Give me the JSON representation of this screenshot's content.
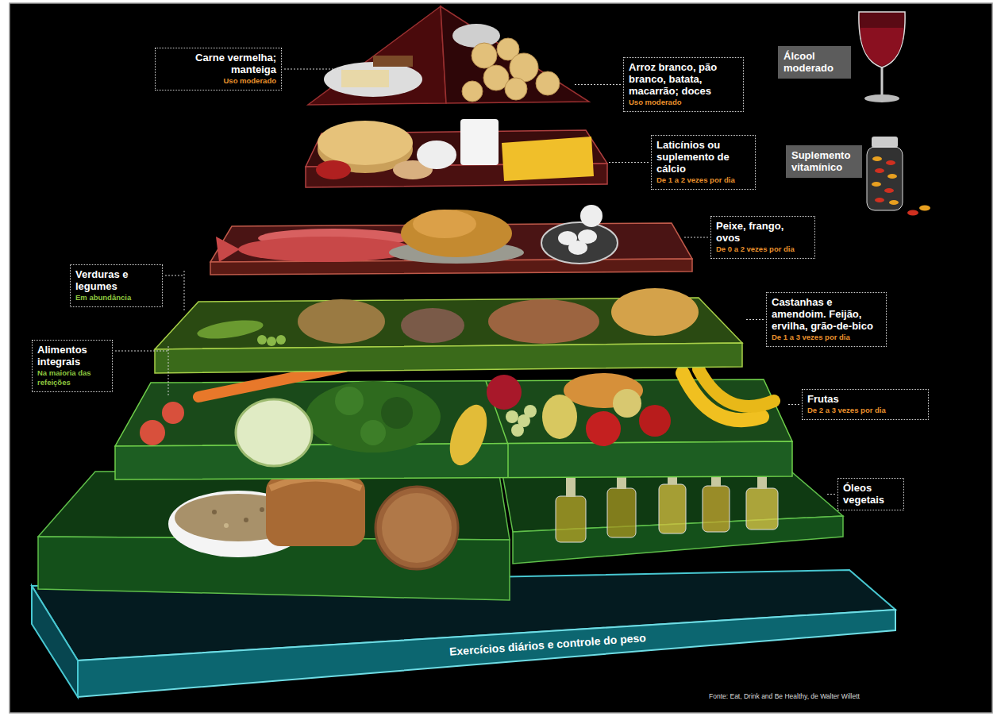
{
  "diagram": {
    "nodes": [
      {
        "text": [
          "Carne vermelha; manteiga",
          "Uso moderado"
        ]
      },
      {
        "text": [
          "Arroz branco, pão branco, batata, macarrão; doces",
          "Uso moderado"
        ]
      },
      {
        "text": [
          "Álcool moderado"
        ]
      },
      {
        "text": [
          "Laticínios ou suplemento de cálcio",
          "De 1 a 2 vezes por dia"
        ]
      },
      {
        "text": [
          "Suplemento vitamínico"
        ]
      },
      {
        "text": [
          "Peixe, frango, ovos",
          "De 0 a 2 vezes por dia"
        ]
      },
      {
        "text": [
          "Verduras e legumes",
          "Em abundância"
        ]
      },
      {
        "text": [
          "Castanhas e amendoim. Feijão, ervilha, grão-de-bico",
          "De 1 a 3 vezes por dia"
        ]
      },
      {
        "text": [
          "Alimentos integrais",
          "Na maioria das refeições"
        ]
      },
      {
        "text": [
          "Frutas",
          "De 2 a 3 vezes por dia"
        ]
      },
      {
        "text": [
          "Óleos vegetais"
        ]
      },
      {
        "text": [
          "Exercícios diários e controle do peso"
        ]
      }
    ],
    "labels": [
      "Fonte: Eat, Drink and Be Healthy, de Walter Willett"
    ]
  }
}
